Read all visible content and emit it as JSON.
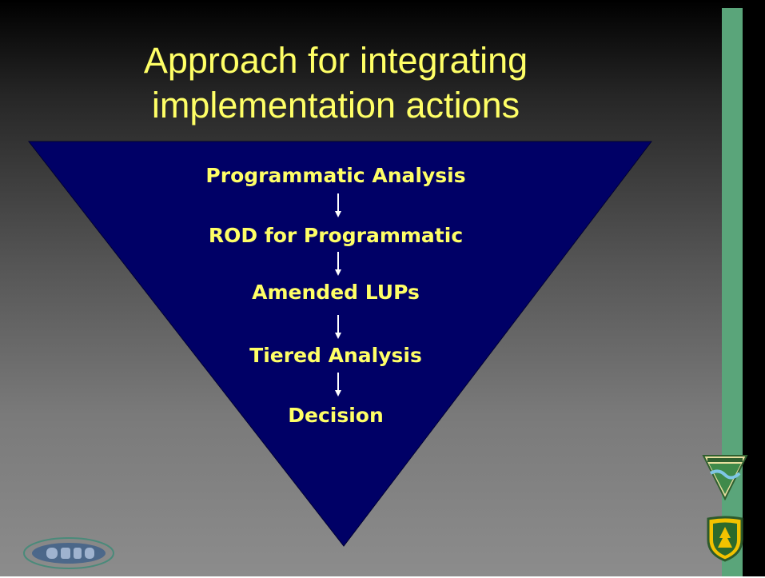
{
  "title": {
    "line1": "Approach for integrating",
    "line2": "implementation actions"
  },
  "steps": [
    {
      "label": "Programmatic Analysis"
    },
    {
      "label": "ROD for Programmatic"
    },
    {
      "label": "Amended LUPs"
    },
    {
      "label": "Tiered  Analysis"
    },
    {
      "label": "Decision"
    }
  ],
  "connector_icon": "down-arrow-icon",
  "colors": {
    "background_top": "#000000",
    "background_bottom": "#8c8c8c",
    "title_text": "#ffff66",
    "step_text": "#ffff66",
    "funnel_fill": "#000066",
    "side_bar": "#5aa57a"
  },
  "logos": {
    "bottom_left": "eplanning-logo",
    "right_top": "blm-shield-icon",
    "right_bottom": "usfs-shield-icon"
  }
}
